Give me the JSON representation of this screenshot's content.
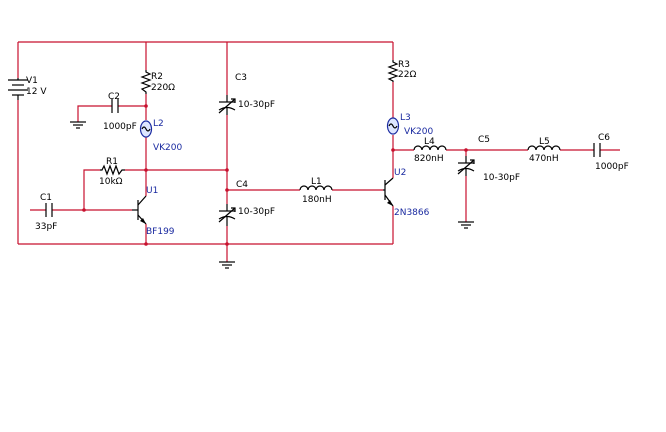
{
  "components": {
    "v1": {
      "ref": "V1",
      "value": "12 V"
    },
    "r2": {
      "ref": "R2",
      "value": "220Ω"
    },
    "r3": {
      "ref": "R3",
      "value": "22Ω"
    },
    "c2": {
      "ref": "C2",
      "value": "1000pF"
    },
    "l2": {
      "ref": "L2",
      "value": "VK200"
    },
    "l3": {
      "ref": "L3",
      "value": "VK200"
    },
    "r1": {
      "ref": "R1",
      "value": "10kΩ"
    },
    "u1": {
      "ref": "U1",
      "value": "BF199"
    },
    "c1": {
      "ref": "C1",
      "value": "33pF"
    },
    "c3": {
      "ref": "C3",
      "value": "10-30pF"
    },
    "c4": {
      "ref": "C4",
      "value": "10-30pF"
    },
    "l1": {
      "ref": "L1",
      "value": "180nH"
    },
    "u2": {
      "ref": "U2",
      "value": "2N3866"
    },
    "l4": {
      "ref": "L4",
      "value": "820nH"
    },
    "c5": {
      "ref": "C5",
      "value": "10-30pF"
    },
    "l5": {
      "ref": "L5",
      "value": "470nH"
    },
    "c6": {
      "ref": "C6",
      "value": "1000pF"
    }
  },
  "colors": {
    "wire": "#c8102e",
    "part": "#000000",
    "label_blue": "#1a2aa0"
  }
}
